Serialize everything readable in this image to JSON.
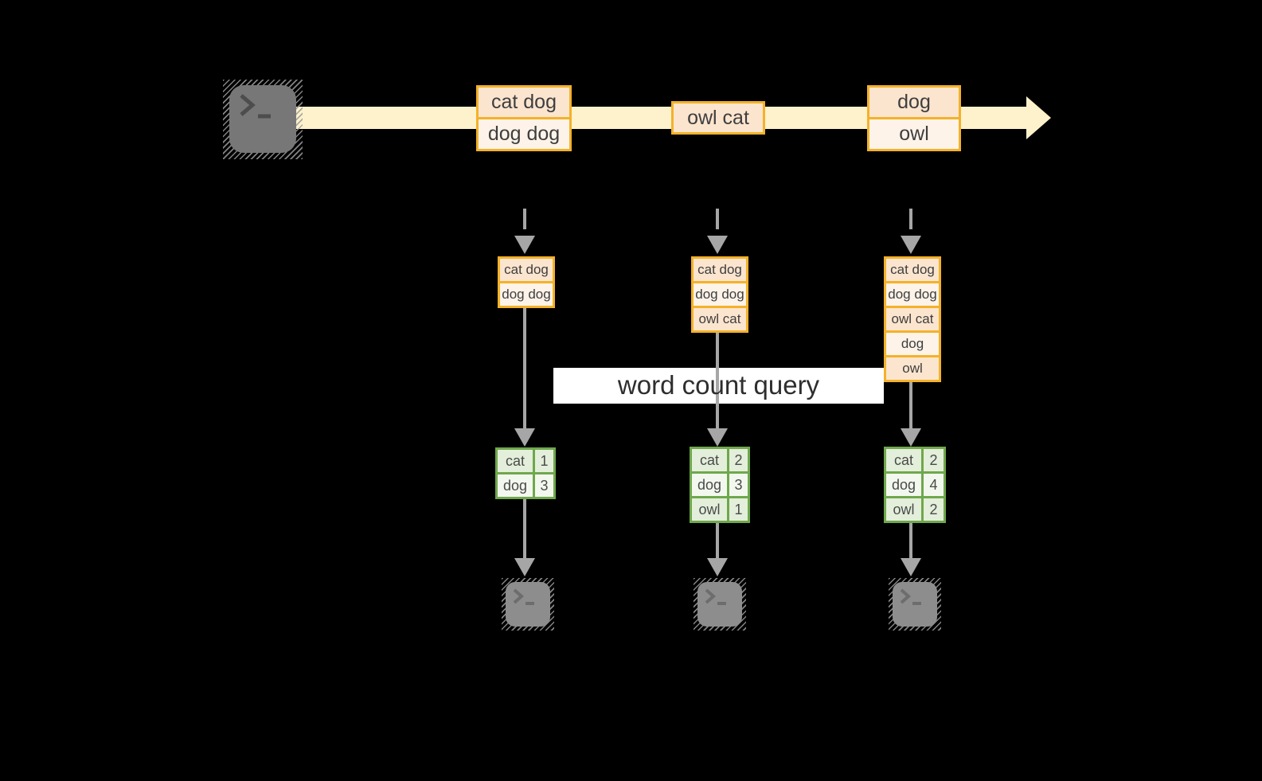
{
  "query": {
    "label": "word count query"
  },
  "timeline": {
    "groups": [
      {
        "records": [
          "cat dog",
          "dog dog"
        ]
      },
      {
        "records": [
          "owl cat"
        ]
      },
      {
        "records": [
          "dog",
          "owl"
        ]
      }
    ]
  },
  "columns": [
    {
      "state": [
        "cat dog",
        "dog dog"
      ],
      "counts": [
        {
          "word": "cat",
          "count": "1"
        },
        {
          "word": "dog",
          "count": "3"
        }
      ]
    },
    {
      "state": [
        "cat dog",
        "dog dog",
        "owl cat"
      ],
      "counts": [
        {
          "word": "cat",
          "count": "2"
        },
        {
          "word": "dog",
          "count": "3"
        },
        {
          "word": "owl",
          "count": "1"
        }
      ]
    },
    {
      "state": [
        "cat dog",
        "dog dog",
        "owl cat",
        "dog",
        "owl"
      ],
      "counts": [
        {
          "word": "cat",
          "count": "2"
        },
        {
          "word": "dog",
          "count": "4"
        },
        {
          "word": "owl",
          "count": "2"
        }
      ]
    }
  ],
  "icons": {
    "source": "terminal-icon",
    "sink": "terminal-icon"
  },
  "colors": {
    "background": "#000000",
    "stream_band": "#fdf2cc",
    "gold_border": "#f3b229",
    "record_fill_dark": "#fce5cf",
    "record_fill_light": "#fdf3e9",
    "green_border": "#6fa84c",
    "table_fill_dark": "#e3efda",
    "table_fill_light": "#f3f8ef",
    "arrow_gray": "#a6a6a6",
    "terminal_gray_source": "#777777",
    "terminal_gray_sink": "#8d8d8d"
  }
}
